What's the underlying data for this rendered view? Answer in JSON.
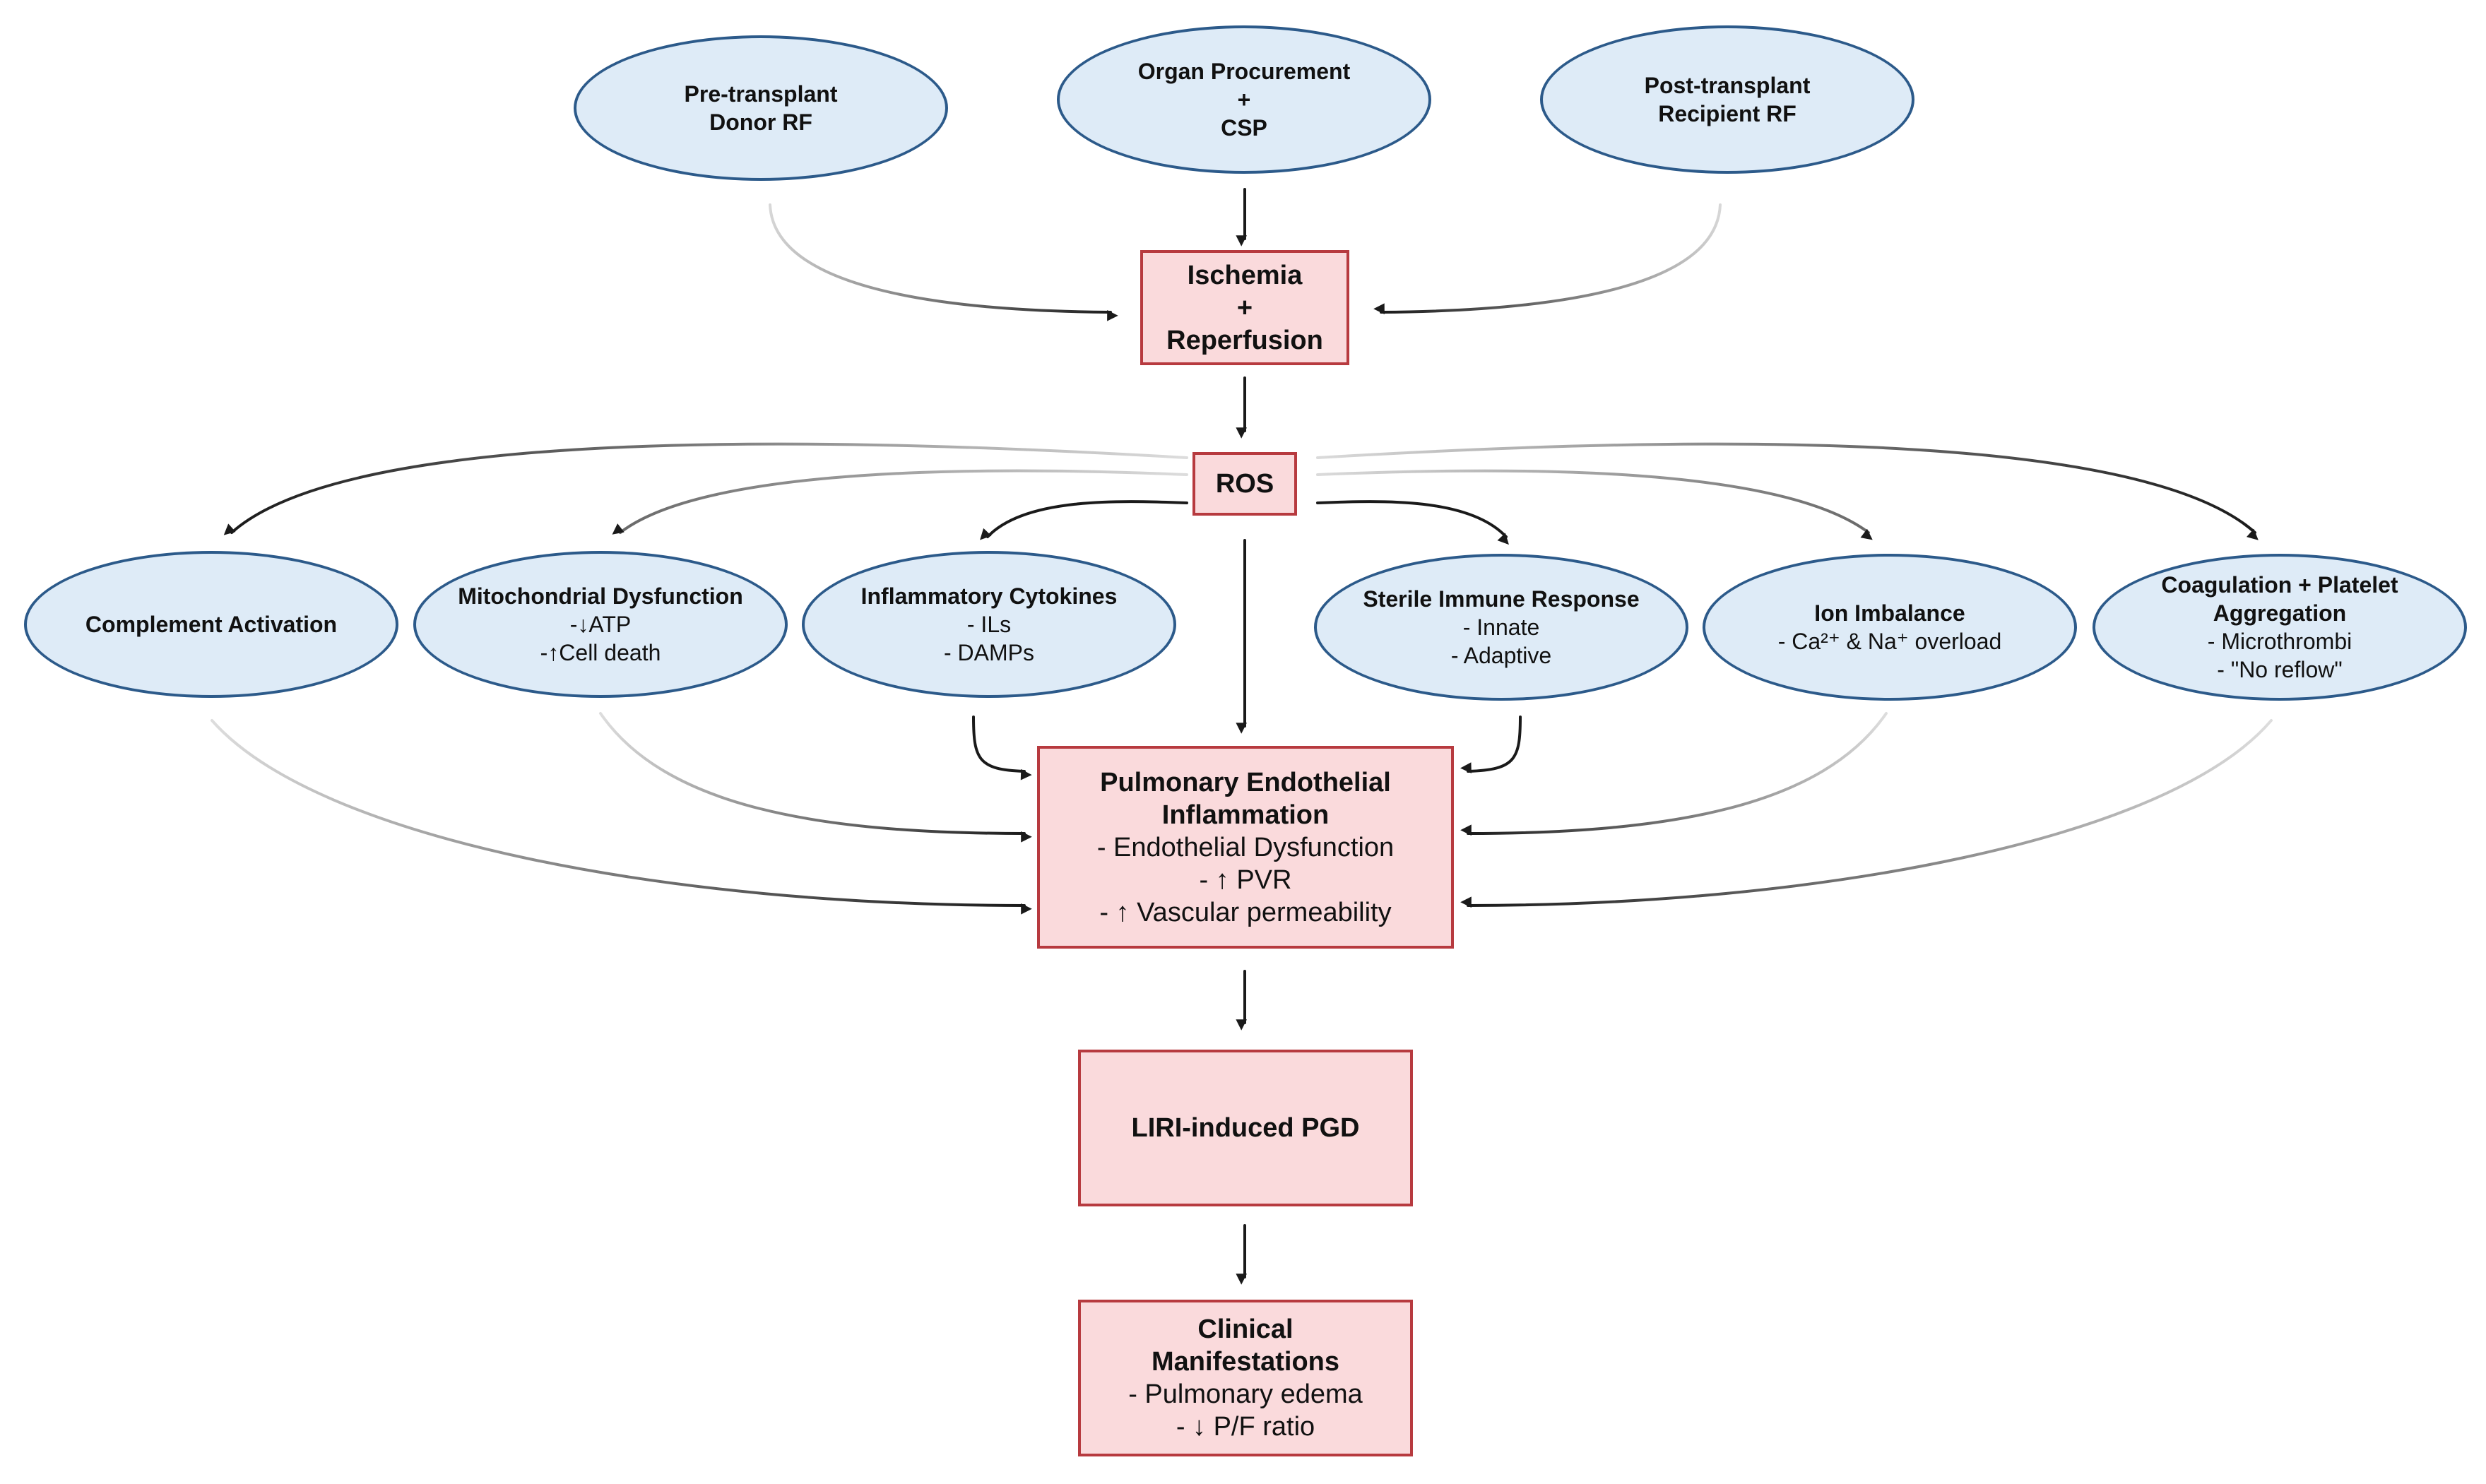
{
  "colors": {
    "ellipse_fill": "#deebf7",
    "ellipse_border": "#2c5a8a",
    "box_fill": "#fadadc",
    "box_border": "#b73a3f",
    "arrow": "#1a1a1a"
  },
  "top": {
    "pre_transplant": {
      "line1": "Pre-transplant",
      "line2": "Donor RF"
    },
    "organ_procurement": {
      "line1": "Organ Procurement",
      "line2": "+",
      "line3": "CSP"
    },
    "post_transplant": {
      "line1": "Post-transplant",
      "line2": "Recipient RF"
    }
  },
  "ischemia": {
    "line1": "Ischemia",
    "line2": "+",
    "line3": "Reperfusion"
  },
  "ros": {
    "label": "ROS"
  },
  "mechanisms": {
    "complement": {
      "title": "Complement Activation"
    },
    "mitochondrial": {
      "title": "Mitochondrial Dysfunction",
      "items": [
        "-↓ATP",
        "-↑Cell death"
      ]
    },
    "cytokines": {
      "title": "Inflammatory Cytokines",
      "items": [
        "- ILs",
        "- DAMPs"
      ]
    },
    "sterile": {
      "title": "Sterile Immune Response",
      "items": [
        "- Innate",
        "- Adaptive"
      ]
    },
    "ion": {
      "title": "Ion Imbalance",
      "items": [
        "- Ca²⁺ & Na⁺ overload"
      ]
    },
    "coagulation": {
      "title_line1": "Coagulation + Platelet",
      "title_line2": "Aggregation",
      "items": [
        "- Microthrombi",
        "- \"No reflow\""
      ]
    }
  },
  "endothelial": {
    "title_line1": "Pulmonary Endothelial",
    "title_line2": "Inflammation",
    "items": [
      "- Endothelial Dysfunction",
      "- ↑ PVR",
      "- ↑ Vascular permeability"
    ]
  },
  "pgd": {
    "label": "LIRI-induced PGD"
  },
  "clinical": {
    "title_line1": "Clinical",
    "title_line2": "Manifestations",
    "items": [
      "- Pulmonary edema",
      "- ↓ P/F ratio"
    ]
  }
}
